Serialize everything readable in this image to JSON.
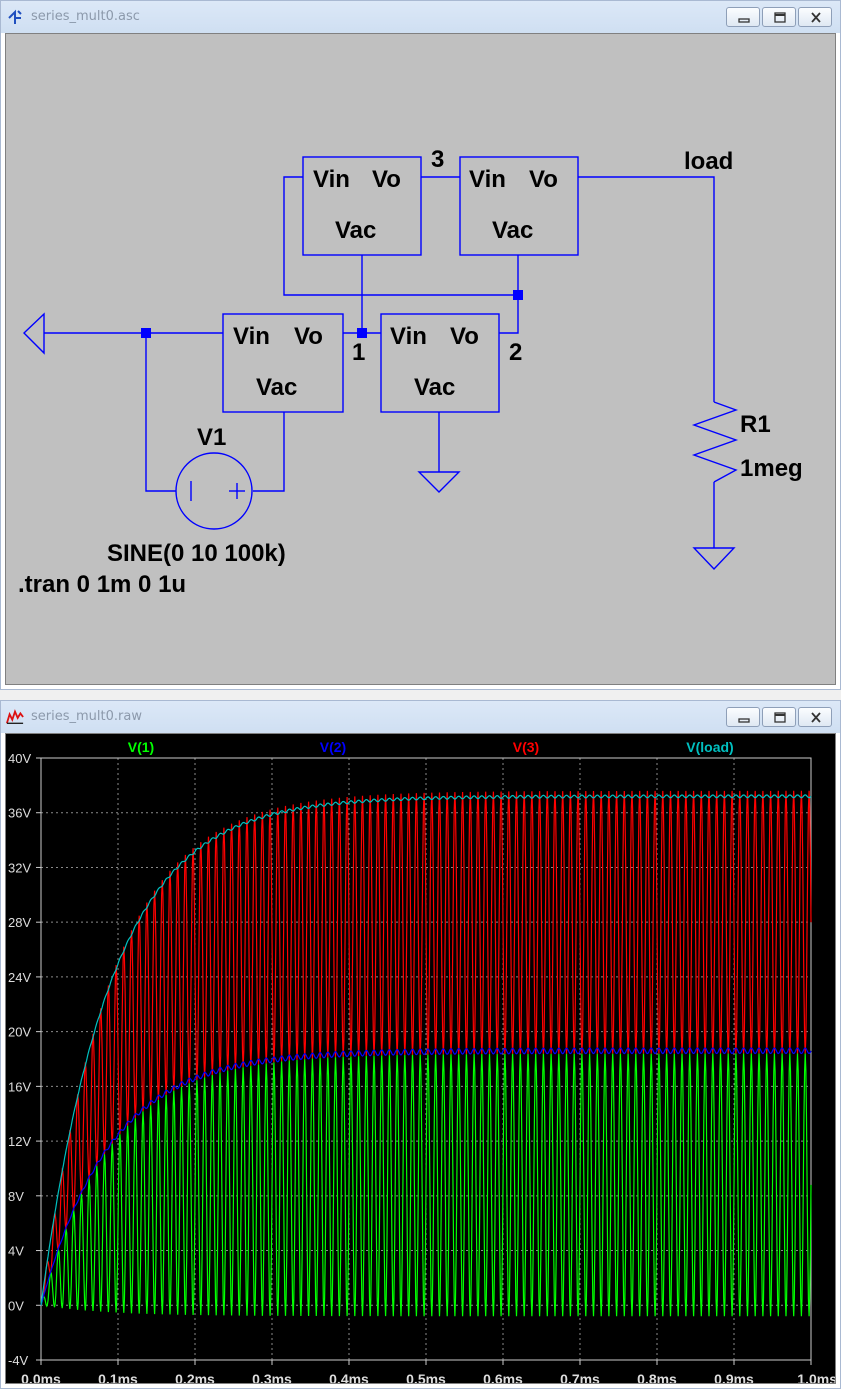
{
  "schematic_window": {
    "title": "series_mult0.asc",
    "components": [
      {
        "pin_in": "Vin",
        "pin_out": "Vo",
        "pin_gnd": "Vac"
      },
      {
        "pin_in": "Vin",
        "pin_out": "Vo",
        "pin_gnd": "Vac"
      },
      {
        "pin_in": "Vin",
        "pin_out": "Vo",
        "pin_gnd": "Vac"
      },
      {
        "pin_in": "Vin",
        "pin_out": "Vo",
        "pin_gnd": "Vac"
      }
    ],
    "node_labels": {
      "n1": "1",
      "n2": "2",
      "n3": "3",
      "load": "load"
    },
    "source": {
      "name": "V1",
      "value": "SINE(0 10 100k)"
    },
    "resistor": {
      "name": "R1",
      "value": "1meg"
    },
    "directive": ".tran 0 1m 0 1u"
  },
  "plot_window": {
    "title": "series_mult0.raw",
    "colors": {
      "v1": "#00ff00",
      "v2": "#0000ff",
      "v3": "#ff0000",
      "vload": "#00c0c0"
    }
  },
  "chart_data": {
    "type": "line",
    "xlabel": "",
    "ylabel": "",
    "xlim": [
      0,
      1.0
    ],
    "ylim": [
      -4,
      40
    ],
    "grid": true,
    "x_ticks": [
      "0.0ms",
      "0.1ms",
      "0.2ms",
      "0.3ms",
      "0.4ms",
      "0.5ms",
      "0.6ms",
      "0.7ms",
      "0.8ms",
      "0.9ms",
      "1.0ms"
    ],
    "y_ticks": [
      "40V",
      "36V",
      "32V",
      "28V",
      "24V",
      "20V",
      "16V",
      "12V",
      "8V",
      "4V",
      "0V",
      "-4V"
    ],
    "frequency_khz": 100,
    "series": [
      {
        "name": "V(1)",
        "color": "#00ff00",
        "steady_min": -0.8,
        "steady_max": 18.4,
        "tau_ms": 0.09
      },
      {
        "name": "V(2)",
        "color": "#0000ff",
        "steady_min": 18.4,
        "steady_max": 18.8,
        "tau_ms": 0.09
      },
      {
        "name": "V(3)",
        "color": "#ff0000",
        "steady_min": 18.4,
        "steady_max": 37.6,
        "tau_ms": 0.09
      },
      {
        "name": "V(load)",
        "color": "#00c0c0",
        "steady_min": 37.1,
        "steady_max": 37.3,
        "tau_ms": 0.09
      }
    ]
  }
}
